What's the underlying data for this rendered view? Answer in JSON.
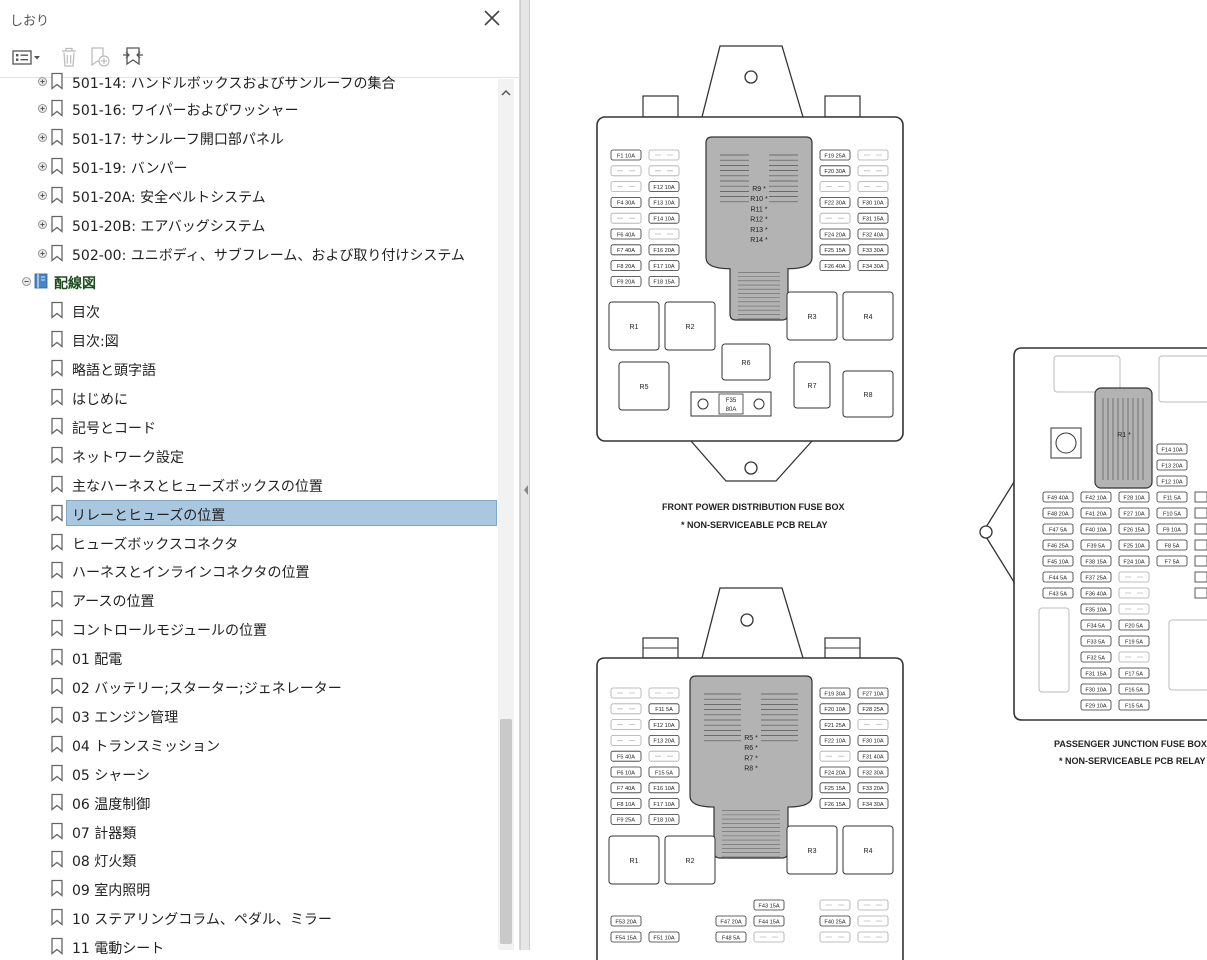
{
  "panel": {
    "title": "しおり",
    "toolbar": {
      "options_icon": "list-options-icon",
      "delete_icon": "trash-icon",
      "new_icon": "new-bookmark-icon",
      "expand_icon": "bookmark-expand-icon"
    }
  },
  "tree": {
    "top_cut_label": "501-14: ハンドルボックスおよびサンルーフの集合",
    "items": [
      {
        "label": "501-16: ワイパーおよびワッシャー",
        "level": 1,
        "expandable": true
      },
      {
        "label": "501-17: サンルーフ開口部パネル",
        "level": 1,
        "expandable": true
      },
      {
        "label": "501-19: バンパー",
        "level": 1,
        "expandable": true
      },
      {
        "label": "501-20A: 安全ベルトシステム",
        "level": 1,
        "expandable": true
      },
      {
        "label": "501-20B: エアバッグシステム",
        "level": 1,
        "expandable": true
      },
      {
        "label": "502-00: ユニボディ、サブフレーム、および取り付けシステム",
        "level": 1,
        "expandable": true
      },
      {
        "label": "配線図",
        "level": 0,
        "expandable": true,
        "section": true
      },
      {
        "label": "目次",
        "level": 1
      },
      {
        "label": "目次:図",
        "level": 1
      },
      {
        "label": "略語と頭字語",
        "level": 1
      },
      {
        "label": "はじめに",
        "level": 1
      },
      {
        "label": "記号とコード",
        "level": 1
      },
      {
        "label": "ネットワーク設定",
        "level": 1
      },
      {
        "label": "主なハーネスとヒューズボックスの位置",
        "level": 1
      },
      {
        "label": "リレーとヒューズの位置",
        "level": 1,
        "selected": true
      },
      {
        "label": "ヒューズボックスコネクタ",
        "level": 1
      },
      {
        "label": "ハーネスとインラインコネクタの位置",
        "level": 1
      },
      {
        "label": "アースの位置",
        "level": 1
      },
      {
        "label": "コントロールモジュールの位置",
        "level": 1
      },
      {
        "label": "01 配電",
        "level": 1
      },
      {
        "label": "02 バッテリー;スターター;ジェネレーター",
        "level": 1
      },
      {
        "label": "03 エンジン管理",
        "level": 1
      },
      {
        "label": "04 トランスミッション",
        "level": 1
      },
      {
        "label": "05 シャーシ",
        "level": 1
      },
      {
        "label": "06 温度制御",
        "level": 1
      },
      {
        "label": "07 計器類",
        "level": 1
      },
      {
        "label": "08 灯火類",
        "level": 1
      },
      {
        "label": "09 室内照明",
        "level": 1
      },
      {
        "label": "10 ステアリングコラム、ペダル、ミラー",
        "level": 1
      },
      {
        "label": "11 電動シート",
        "level": 1
      }
    ]
  },
  "colors": {
    "selected_bg": "#a9c8e0",
    "section_text": "#1f4d1f",
    "pcb_gray": "#b3b3b3"
  },
  "diagram": {
    "box1": {
      "caption": "FRONT POWER DISTRIBUTION FUSE BOX",
      "note": "* NON-SERVICEABLE PCB RELAY",
      "relays_pcb": [
        "R9 *",
        "R10 *",
        "R11 *",
        "R12 *",
        "R13 *",
        "R14 *"
      ],
      "relays": [
        "R1",
        "R2",
        "R3",
        "R4",
        "R5",
        "R6",
        "R7",
        "R8"
      ],
      "main_fuse": [
        "F35",
        "80A"
      ],
      "fuses_left": [
        [
          "F1 10A",
          ""
        ],
        [
          "",
          ""
        ],
        [
          "",
          "F12 10A"
        ],
        [
          "F4 30A",
          "F13 10A"
        ],
        [
          "",
          "F14 10A"
        ],
        [
          "F6 40A",
          ""
        ],
        [
          "F7 40A",
          "F16 20A"
        ],
        [
          "F8 20A",
          "F17 10A"
        ],
        [
          "F9 20A",
          "F18 15A"
        ]
      ],
      "fuses_right": [
        [
          "F19 25A",
          ""
        ],
        [
          "F20 30A",
          ""
        ],
        [
          "",
          ""
        ],
        [
          "F22 30A",
          "F30 10A"
        ],
        [
          "",
          "F31 15A"
        ],
        [
          "F24 20A",
          "F32 40A"
        ],
        [
          "F25 15A",
          "F33 30A"
        ],
        [
          "F26 40A",
          "F34 30A"
        ]
      ]
    },
    "box2": {
      "relays_pcb": [
        "R5 *",
        "R6 *",
        "R7 *",
        "R8 *"
      ],
      "relays": [
        "R1",
        "R2",
        "R3",
        "R4"
      ],
      "fuses_left": [
        [
          "",
          ""
        ],
        [
          "",
          "F11 5A"
        ],
        [
          "",
          "F12 10A"
        ],
        [
          "",
          "F13 20A"
        ],
        [
          "F5 40A",
          ""
        ],
        [
          "F6 10A",
          "F15 5A"
        ],
        [
          "F7 40A",
          "F16 10A"
        ],
        [
          "F8 10A",
          "F17 10A"
        ],
        [
          "F9 25A",
          "F18 10A"
        ]
      ],
      "fuses_right": [
        [
          "F19 30A",
          "F27 10A"
        ],
        [
          "F20 10A",
          "F28 25A"
        ],
        [
          "F21 25A",
          ""
        ],
        [
          "F22 10A",
          "F30 10A"
        ],
        [
          "",
          "F31 40A"
        ],
        [
          "F24 20A",
          "F32 30A"
        ],
        [
          "F25 15A",
          "F33 20A"
        ],
        [
          "F26 15A",
          "F34 30A"
        ]
      ],
      "bottom_fuses": [
        "F43 15A",
        "F53 20A",
        "F47 20A",
        "F44 15A",
        "F40 25A",
        "F54 15A",
        "F51 10A",
        "F48 5A"
      ]
    },
    "box3": {
      "caption": "PASSENGER JUNCTION FUSE BOX",
      "note": "* NON-SERVICEABLE PCB RELAY",
      "relay_pcb": "R1 *",
      "fuses_a": [
        "F49 40A",
        "F48 20A",
        "F47 5A",
        "F46 25A",
        "F45 10A",
        "F44 5A",
        "F43 5A"
      ],
      "fuses_b": [
        "F42 10A",
        "F41 20A",
        "F40 10A",
        "F39 5A",
        "F38 15A",
        "F37 25A",
        "F36 40A"
      ],
      "fuses_c": [
        "F28 10A",
        "F27 10A",
        "F26 15A",
        "F25 10A",
        "F24 10A"
      ],
      "fuses_d": [
        "F11 5A",
        "F10 5A",
        "F9 10A",
        "F8 5A",
        "F7 5A"
      ],
      "fuses_e": [
        "F14 10A",
        "F13 20A",
        "F12 10A"
      ],
      "fuses_lower_l": [
        "F35 10A",
        "F34 5A",
        "F33 5A",
        "F32 5A",
        "F31 15A",
        "F30 10A",
        "F29 10A"
      ],
      "fuses_lower_r": [
        "F20 5A",
        "F19 5A",
        "",
        "F17 5A",
        "F16 5A",
        "F15 5A"
      ]
    }
  }
}
